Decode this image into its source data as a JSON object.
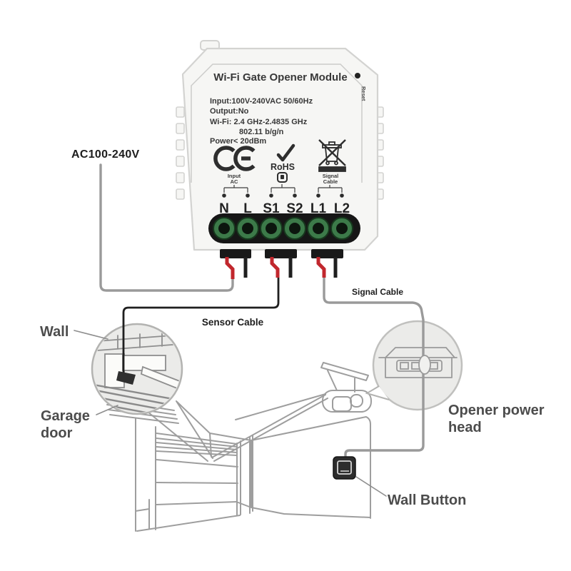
{
  "module": {
    "title": "Wi-Fi Gate Opener Module",
    "reset_label": "Reset",
    "specs": [
      "Input:100V-240VAC 50/60Hz",
      "Output:No",
      "Wi-Fi: 2.4 GHz-2.4835 GHz",
      "802.11 b/g/n",
      "Power< 20dBm"
    ],
    "certifications": {
      "ce_mark": "CE",
      "rohs": "RoHS"
    },
    "port_groups": [
      {
        "lines": [
          "Input",
          "AC"
        ]
      },
      {
        "icon": "dry-contact-button-icon"
      },
      {
        "lines": [
          "Signal",
          "Cable"
        ]
      }
    ],
    "terminals": [
      "N",
      "L",
      "S1",
      "S2",
      "L1",
      "L2"
    ]
  },
  "wiring_labels": {
    "ac_power": "AC100-240V",
    "sensor_cable": "Sensor Cable",
    "signal_cable": "Signal Cable"
  },
  "scene_labels": {
    "wall": "Wall",
    "garage_door_line1": "Garage",
    "garage_door_line2": "door",
    "opener_line1": "Opener power",
    "opener_line2": "head",
    "wall_button": "Wall Button"
  },
  "colors": {
    "wire_red": "#c1272d",
    "wire_black": "#1f1f1f",
    "cable_gray": "#9a9a9a",
    "terminal_green": "#3c7a49",
    "sketch_line": "#9e9e9e",
    "label_dark": "#4c4c4c",
    "module_body": "#f6f6f4"
  }
}
